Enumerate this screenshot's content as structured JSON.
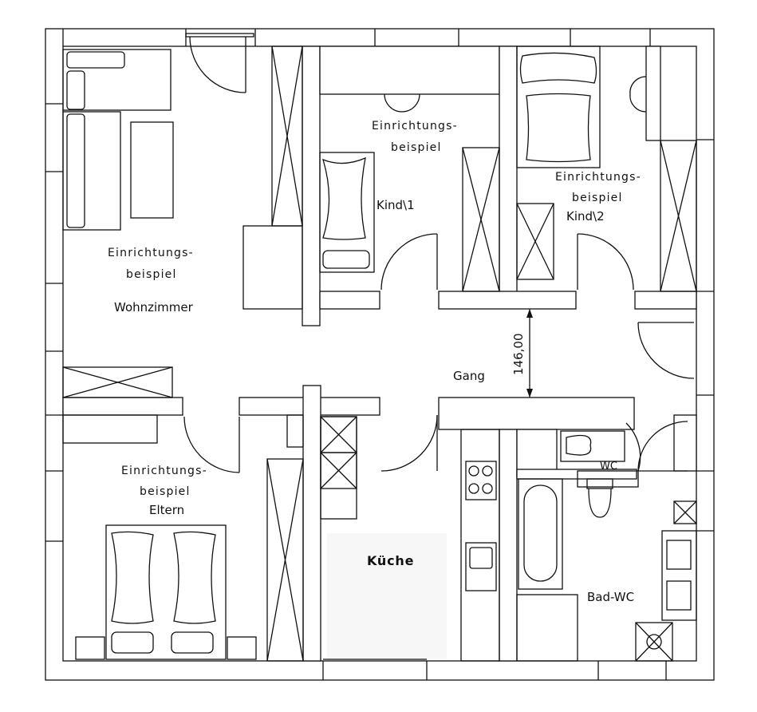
{
  "rooms": {
    "wohnzimmer": {
      "example": [
        "Einrichtungs-",
        "beispiel"
      ],
      "name": "Wohnzimmer"
    },
    "kind1": {
      "example": [
        "Einrichtungs-",
        "beispiel"
      ],
      "name": "Kind\\1"
    },
    "kind2": {
      "example": [
        "Einrichtungs-",
        "beispiel"
      ],
      "name": "Kind\\2"
    },
    "eltern": {
      "example": [
        "Einrichtungs-",
        "beispiel"
      ],
      "name": "Eltern"
    },
    "gang": {
      "name": "Gang"
    },
    "kueche": {
      "name": "Küche"
    },
    "bad": {
      "name": "Bad-WC"
    },
    "wc": {
      "name": "WC"
    }
  },
  "dimension": {
    "value": "146,00"
  },
  "colors": {
    "line": "#111111",
    "background": "#ffffff"
  }
}
